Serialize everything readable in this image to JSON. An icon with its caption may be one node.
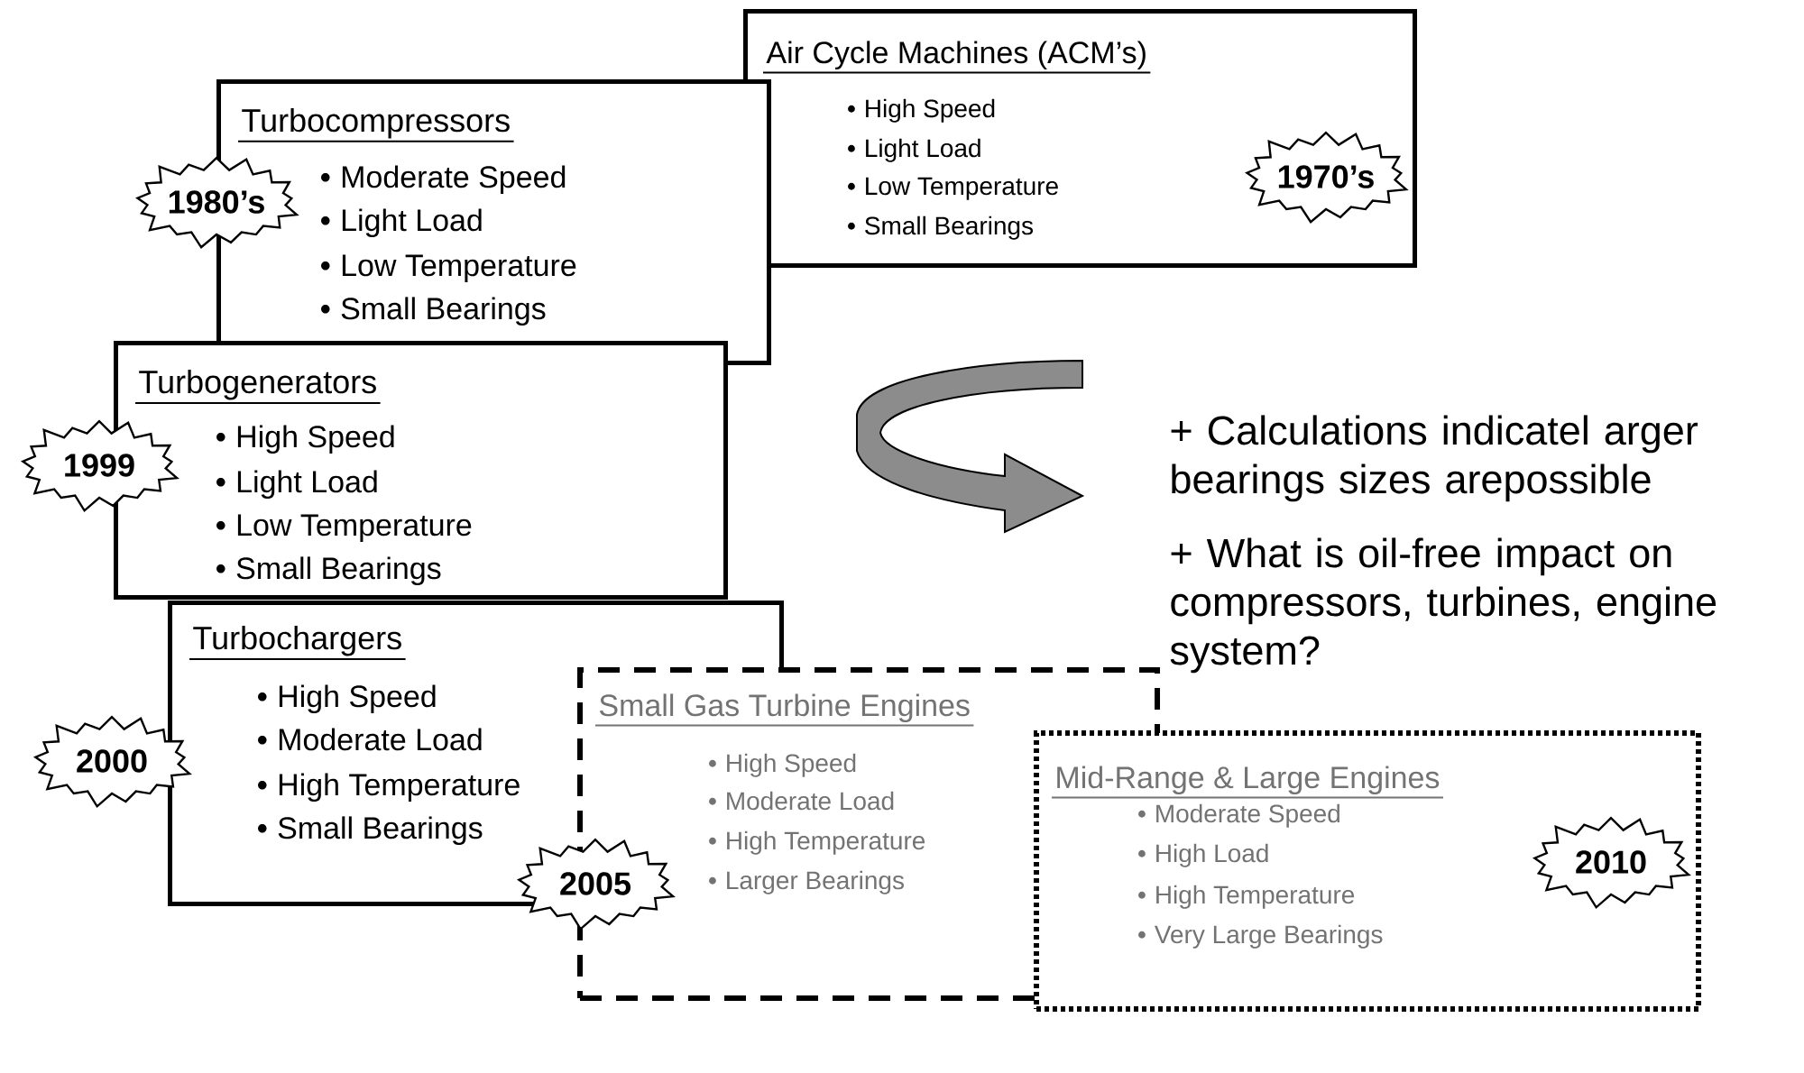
{
  "diagram": {
    "nodes": [
      {
        "text": [
          "Air Cycle Machines (ACM’s)",
          "High Speed",
          "Light Load",
          "Low Temperature",
          "Small Bearings"
        ]
      },
      {
        "text": [
          "1970’s"
        ],
        "in": 0
      },
      {
        "text": [
          "Turbocompressors",
          "Moderate Speed",
          "Light Load",
          "Low Temperature",
          "Small Bearings"
        ]
      },
      {
        "text": [
          "1980’s"
        ]
      },
      {
        "text": [
          "Turbogenerators",
          "High Speed",
          "Light Load",
          "Low Temperature",
          "Small Bearings"
        ]
      },
      {
        "text": [
          "1999"
        ]
      },
      {
        "text": [
          "Turbochargers",
          "High Speed",
          "Moderate Load",
          "High Temperature",
          "Small Bearings"
        ]
      },
      {
        "text": [
          "2000"
        ]
      },
      {
        "text": [
          "Small Gas Turbine Engines",
          "High Speed",
          "Moderate Load",
          "High Temperature",
          "Larger Bearings"
        ]
      },
      {
        "text": [
          "2005"
        ]
      },
      {
        "text": [
          "Mid-Range & Large Engines",
          "Moderate Speed",
          "High Load",
          "High Temperature",
          "Very Large Bearings"
        ]
      },
      {
        "text": [
          "2010"
        ],
        "in": 10
      }
    ],
    "labels": [
      "+ Calculations indicatel arger bearings sizes arepossible",
      "+ What is oil-free impact on compressors, turbines, engine system?"
    ]
  }
}
